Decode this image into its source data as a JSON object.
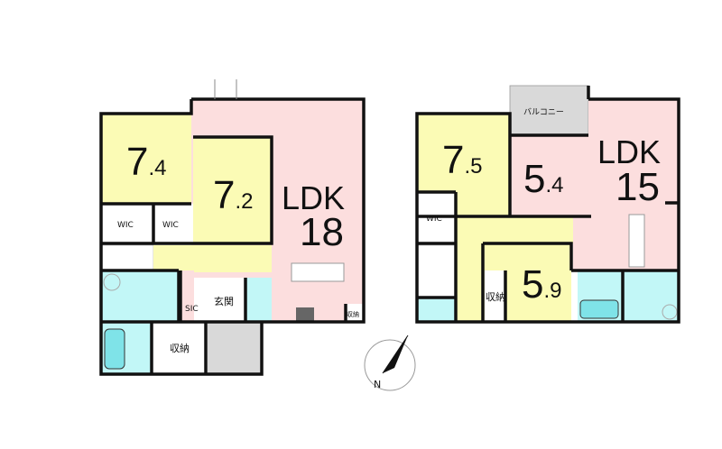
{
  "colors": {
    "living": "#fcdede",
    "bedroom": "#fbfbb5",
    "water": "#c2f7f7",
    "hall": "#fbfbb5",
    "exterior": "#d9d9d9"
  },
  "floor1": {
    "bedroom1": {
      "int": "7",
      "dec": ".4"
    },
    "bedroom2": {
      "int": "7",
      "dec": ".2"
    },
    "ldk": {
      "label": "LDK",
      "size": "18"
    },
    "wic1": "WIC",
    "wic2": "WIC",
    "sic": "SIC",
    "entrance": "玄関",
    "storage": "収納",
    "storage_small": "収納"
  },
  "floor2": {
    "bedroom1": {
      "int": "7",
      "dec": ".5"
    },
    "room2": {
      "int": "5",
      "dec": ".4"
    },
    "bedroom3": {
      "int": "5",
      "dec": ".9"
    },
    "ldk": {
      "label": "LDK",
      "size": "15"
    },
    "balcony": "バルコニー",
    "wic": "WIC",
    "storage": "収納"
  },
  "compass": {
    "label": "N"
  }
}
